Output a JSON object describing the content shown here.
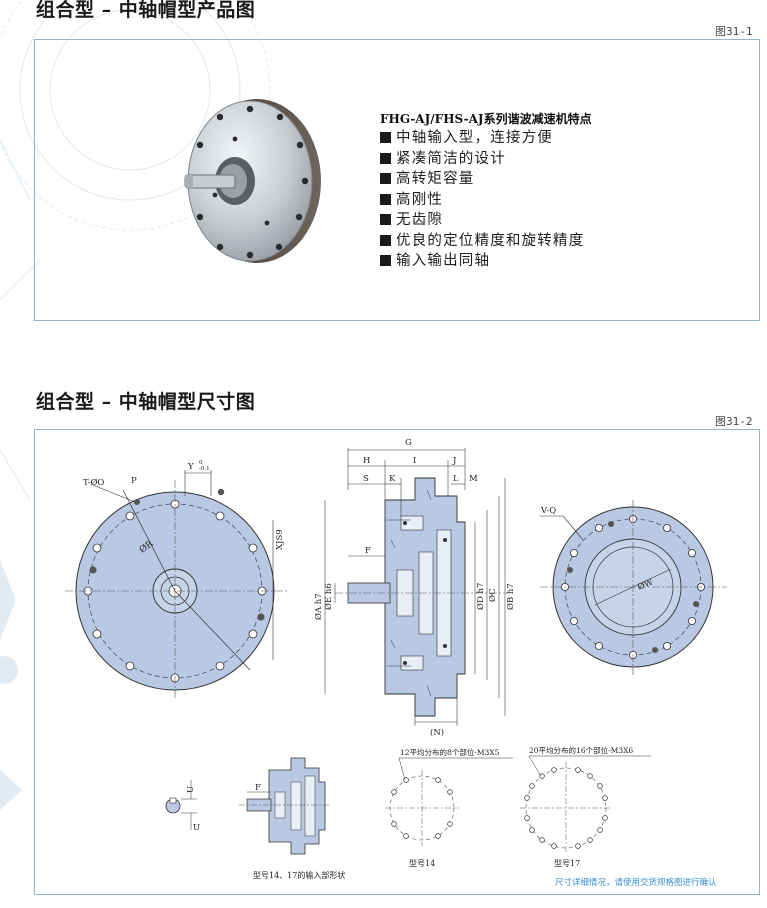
{
  "section1": {
    "title": "组合型 – 中轴帽型产品图",
    "fig_no": "图31-1",
    "features_title": "FHG-AJ/FHS-AJ系列谐波减速机特点",
    "features": [
      "中轴输入型，连接方便",
      "紧凑简洁的设计",
      "高转矩容量",
      "高刚性",
      "无齿隙",
      "优良的定位精度和旋转精度",
      "输入输出同轴"
    ]
  },
  "section2": {
    "title": "组合型 – 中轴帽型尺寸图",
    "fig_no": "图31-2",
    "front_labels": {
      "t_o": "T-ØO",
      "p": "P",
      "y": "Y",
      "y_tol_up": "0",
      "y_tol_dn": "-0.1",
      "r": "ØR",
      "xjs": "XJS9"
    },
    "side_labels": {
      "g": "G",
      "h": "H",
      "i": "I",
      "j": "J",
      "s": "S",
      "k": "K",
      "l": "L",
      "m": "M",
      "f": "F",
      "a": "ØA h7",
      "e": "ØE h6",
      "d": "ØD h7",
      "c": "ØC",
      "b": "ØB h7",
      "n": "(N)"
    },
    "back_labels": {
      "v_q": "V-Q",
      "w": "ØW"
    },
    "detail_labels": {
      "u_top": "U",
      "u_bottom": "U",
      "f_small": "F",
      "shape_caption": "型号14、17的输入部形状",
      "pattern14_desc": "12平均分布的8个部位-M3X5",
      "pattern14_caption": "型号14",
      "pattern17_desc": "20平均分布的16个部位-M3X6",
      "pattern17_caption": "型号17"
    },
    "note": "尺寸详细情况，请使用交货规格图进行确认"
  }
}
